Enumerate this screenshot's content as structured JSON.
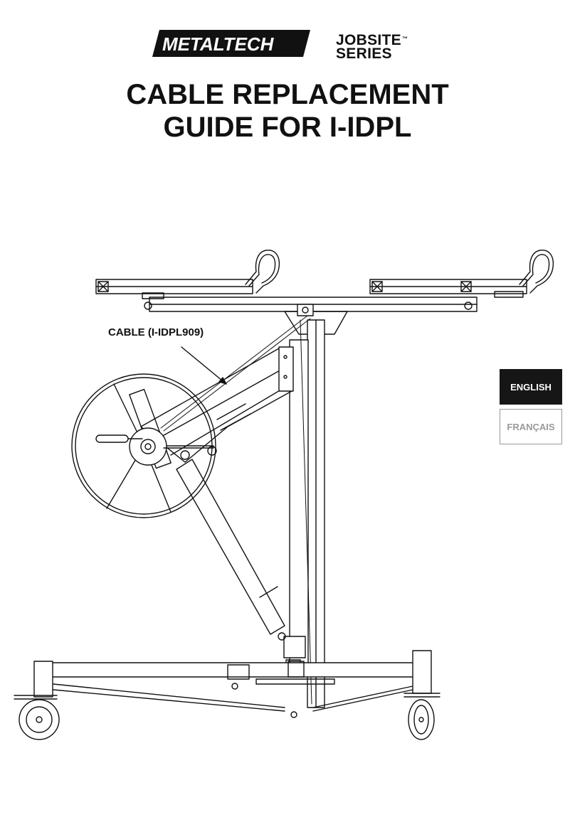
{
  "header": {
    "brand": "METALTECH",
    "series_line1": "JOBSITE",
    "series_tm": "™",
    "series_line2": "SERIES"
  },
  "title": {
    "line1": "CABLE REPLACEMENT",
    "line2": "GUIDE FOR I-IDPL"
  },
  "diagram": {
    "cable_label": "CABLE (I-IDPL909)"
  },
  "language_tabs": {
    "english": "ENGLISH",
    "french": "FRANÇAIS"
  },
  "colors": {
    "ink": "#111111",
    "tab_active_bg": "#161616",
    "tab_inactive_border": "#9a9a9a"
  }
}
